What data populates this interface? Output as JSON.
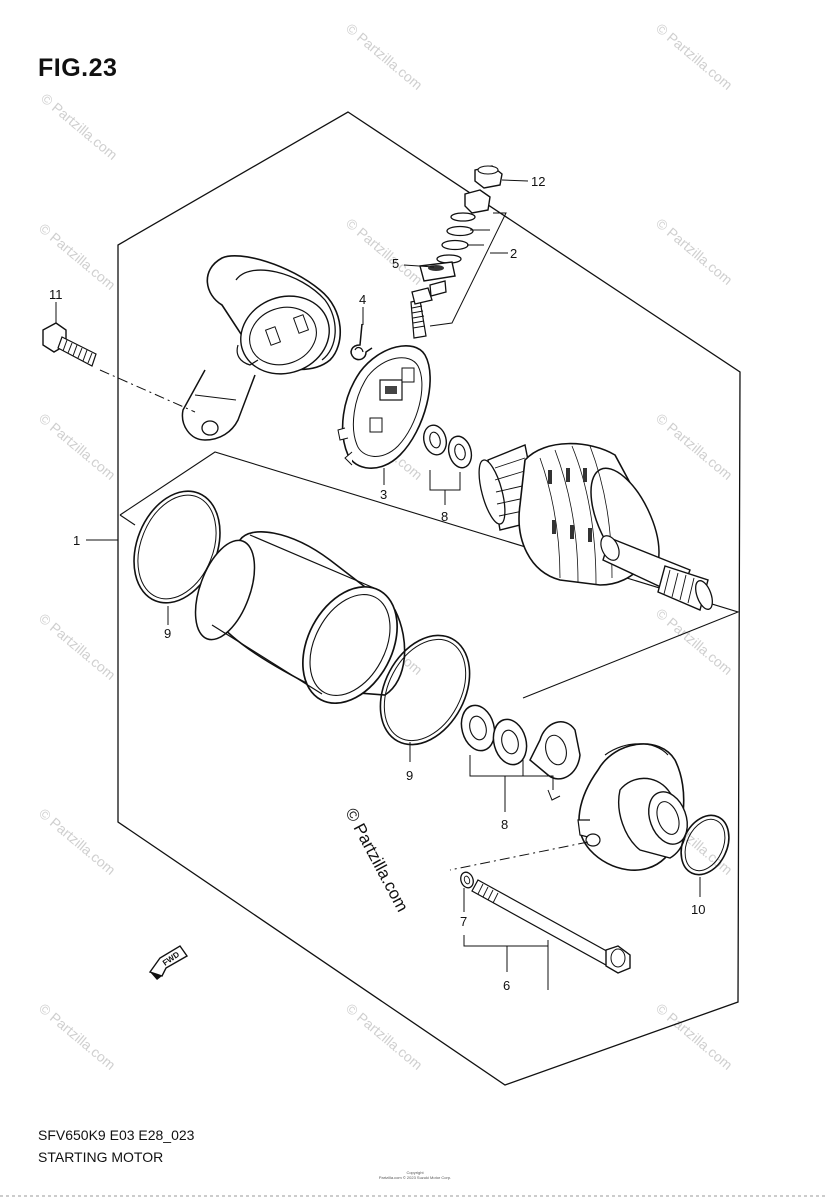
{
  "figure": {
    "title": "FIG.23",
    "model_code": "SFV650K9 E03 E28_023",
    "caption": "STARTING MOTOR",
    "copyright_line1": "Copyright",
    "copyright_line2": "Partzilla.com © 2023 Suzuki Motor Corp."
  },
  "watermark": {
    "text": "© Partzilla.com",
    "diagram_text": "© Partzilla.com"
  },
  "fwd_label": "FWD",
  "callouts": {
    "c1": "1",
    "c2": "2",
    "c3": "3",
    "c4": "4",
    "c5": "5",
    "c6": "6",
    "c7": "7",
    "c8a": "8",
    "c8b": "8",
    "c9a": "9",
    "c9b": "9",
    "c10": "10",
    "c11": "11",
    "c12": "12"
  }
}
